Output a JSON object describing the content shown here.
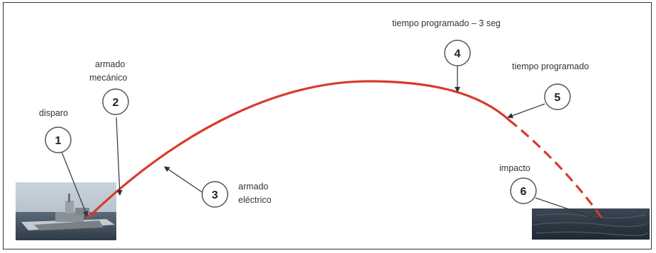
{
  "labels": {
    "disparo": "disparo",
    "armado_mecanico_1": "armado",
    "armado_mecanico_2": "mecánico",
    "armado_electrico_1": "armado",
    "armado_electrico_2": "eléctrico",
    "tiempo_programado_3seg": "tiempo programado – 3 seg",
    "tiempo_programado": "tiempo programado",
    "impacto": "impacto"
  },
  "markers": [
    "1",
    "2",
    "3",
    "4",
    "5",
    "6"
  ],
  "colors": {
    "trajectory": "#d93a2b",
    "circle_stroke": "#555555",
    "arrow": "#333333"
  },
  "icons": {
    "ship": "warship-photo",
    "water": "sea-impact-photo"
  }
}
